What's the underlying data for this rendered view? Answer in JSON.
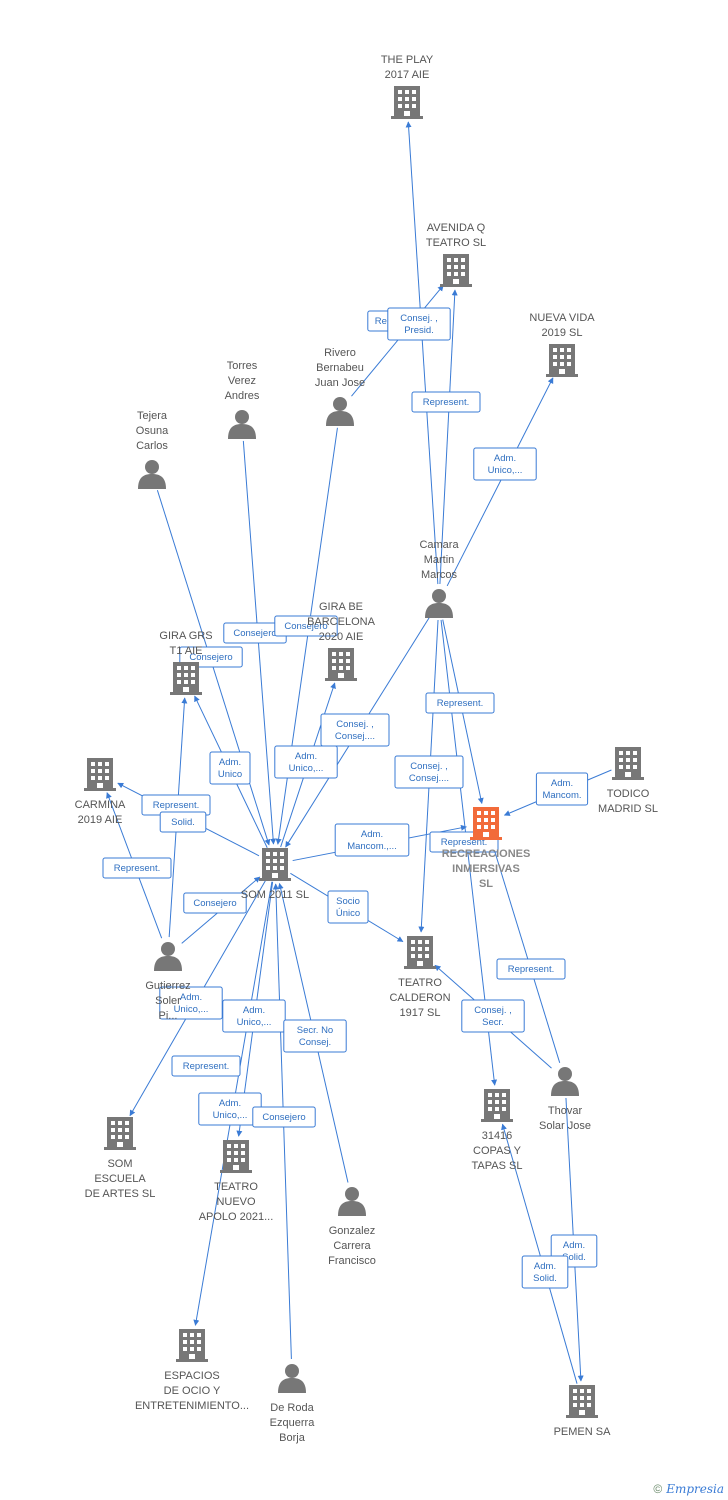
{
  "nodes": {
    "the_play": {
      "lines": [
        "THE PLAY",
        "2017 AIE"
      ],
      "kind": "company"
    },
    "avenida_q": {
      "lines": [
        "AVENIDA Q",
        "TEATRO SL"
      ],
      "kind": "company"
    },
    "nueva_vida": {
      "lines": [
        "NUEVA VIDA",
        "2019  SL"
      ],
      "kind": "company"
    },
    "rivero": {
      "lines": [
        "Rivero",
        "Bernabeu",
        "Juan Jose"
      ],
      "kind": "person"
    },
    "torres": {
      "lines": [
        "Torres",
        "Verez",
        "Andres"
      ],
      "kind": "person"
    },
    "tejera": {
      "lines": [
        "Tejera",
        "Osuna",
        "Carlos"
      ],
      "kind": "person"
    },
    "camara": {
      "lines": [
        "Camara",
        "Martin",
        "Marcos"
      ],
      "kind": "person"
    },
    "gira_grs": {
      "lines": [
        "GIRA GRS",
        "T1 AIE"
      ],
      "kind": "company"
    },
    "gira_be": {
      "lines": [
        "GIRA BE",
        "BARCELONA",
        "2020  AIE"
      ],
      "kind": "company"
    },
    "carmina": {
      "lines": [
        "CARMINA",
        "2019  AIE"
      ],
      "kind": "company"
    },
    "som2011": {
      "lines": [
        "SOM 2011 SL"
      ],
      "kind": "company"
    },
    "todico": {
      "lines": [
        "TODICO",
        "MADRID  SL"
      ],
      "kind": "company"
    },
    "recreaciones": {
      "lines": [
        "RECREACIONES",
        "INMERSIVAS",
        "SL"
      ],
      "kind": "focus"
    },
    "gutierrez": {
      "lines": [
        "Gutierrez",
        "Soler",
        "Pi..."
      ],
      "kind": "person"
    },
    "teatro_calderon": {
      "lines": [
        "TEATRO",
        "CALDERON",
        "1917  SL"
      ],
      "kind": "company"
    },
    "thovar": {
      "lines": [
        "Thovar",
        "Solar Jose"
      ],
      "kind": "person"
    },
    "copas": {
      "lines": [
        "31416",
        "COPAS Y",
        "TAPAS  SL"
      ],
      "kind": "company"
    },
    "som_escuela": {
      "lines": [
        "SOM",
        "ESCUELA",
        "DE ARTES  SL"
      ],
      "kind": "company"
    },
    "teatro_nuevo": {
      "lines": [
        "TEATRO",
        "NUEVO",
        "APOLO 2021..."
      ],
      "kind": "company"
    },
    "gonzalez": {
      "lines": [
        "Gonzalez",
        "Carrera",
        "Francisco"
      ],
      "kind": "person"
    },
    "espacios": {
      "lines": [
        "ESPACIOS",
        "DE OCIO Y",
        "ENTRETENIMIENTO..."
      ],
      "kind": "company"
    },
    "de_roda": {
      "lines": [
        "De Roda",
        "Ezquerra",
        "Borja"
      ],
      "kind": "person"
    },
    "pemen": {
      "lines": [
        "PEMEN SA"
      ],
      "kind": "company"
    }
  },
  "edges": [
    {
      "from": "camara",
      "to": "the_play"
    },
    {
      "from": "camara",
      "to": "avenida_q"
    },
    {
      "from": "rivero",
      "to": "avenida_q"
    },
    {
      "from": "camara",
      "to": "nueva_vida"
    },
    {
      "from": "camara",
      "to": "recreaciones"
    },
    {
      "from": "camara",
      "to": "teatro_calderon"
    },
    {
      "from": "camara",
      "to": "copas"
    },
    {
      "from": "camara",
      "to": "som2011"
    },
    {
      "from": "torres",
      "to": "som2011"
    },
    {
      "from": "rivero",
      "to": "som2011"
    },
    {
      "from": "tejera",
      "to": "som2011"
    },
    {
      "from": "som2011",
      "to": "gira_grs"
    },
    {
      "from": "som2011",
      "to": "gira_be"
    },
    {
      "from": "som2011",
      "to": "carmina"
    },
    {
      "from": "som2011",
      "to": "recreaciones"
    },
    {
      "from": "som2011",
      "to": "teatro_calderon"
    },
    {
      "from": "todico",
      "to": "recreaciones"
    },
    {
      "from": "thovar",
      "to": "recreaciones"
    },
    {
      "from": "thovar",
      "to": "teatro_calderon"
    },
    {
      "from": "thovar",
      "to": "pemen"
    },
    {
      "from": "pemen",
      "to": "copas"
    },
    {
      "from": "gutierrez",
      "to": "gira_grs"
    },
    {
      "from": "gutierrez",
      "to": "carmina"
    },
    {
      "from": "gutierrez",
      "to": "som2011"
    },
    {
      "from": "som2011",
      "to": "som_escuela"
    },
    {
      "from": "som2011",
      "to": "teatro_nuevo"
    },
    {
      "from": "som2011",
      "to": "espacios"
    },
    {
      "from": "gonzalez",
      "to": "som2011"
    },
    {
      "from": "de_roda",
      "to": "som2011"
    }
  ],
  "edge_labels": [
    {
      "lines": [
        "Repr"
      ]
    },
    {
      "lines": [
        "Consej. ,",
        "Presid."
      ]
    },
    {
      "lines": [
        "Represent."
      ]
    },
    {
      "lines": [
        "Adm.",
        "Unico,..."
      ]
    },
    {
      "lines": [
        "Consejero"
      ]
    },
    {
      "lines": [
        "Consejero"
      ]
    },
    {
      "lines": [
        "Consejero"
      ]
    },
    {
      "lines": [
        "Consej. ,",
        "Consej...."
      ]
    },
    {
      "lines": [
        "Adm.",
        "Unico"
      ]
    },
    {
      "lines": [
        "Adm.",
        "Unico,..."
      ]
    },
    {
      "lines": [
        "Represent."
      ]
    },
    {
      "lines": [
        "Solid."
      ]
    },
    {
      "lines": [
        "Represent."
      ]
    },
    {
      "lines": [
        "Represent."
      ]
    },
    {
      "lines": [
        "Consej. ,",
        "Consej...."
      ]
    },
    {
      "lines": [
        "Adm.",
        "Mancom.,..."
      ]
    },
    {
      "lines": [
        "Adm.",
        "Mancom."
      ]
    },
    {
      "lines": [
        "Represent."
      ]
    },
    {
      "lines": [
        "Consejero"
      ]
    },
    {
      "lines": [
        "Socio",
        "Único"
      ]
    },
    {
      "lines": [
        "Adm.",
        "Unico,..."
      ]
    },
    {
      "lines": [
        "Adm.",
        "Unico,..."
      ]
    },
    {
      "lines": [
        "Secr.  No",
        "Consej."
      ]
    },
    {
      "lines": [
        "Represent."
      ]
    },
    {
      "lines": [
        "Represent."
      ]
    },
    {
      "lines": [
        "Consej. ,",
        "Secr."
      ]
    },
    {
      "lines": [
        "Adm.",
        "Unico,..."
      ]
    },
    {
      "lines": [
        "Consejero"
      ]
    },
    {
      "lines": [
        "Adm.",
        "Solid."
      ]
    },
    {
      "lines": [
        "Adm.",
        "Solid."
      ]
    }
  ],
  "footer": {
    "copyright": "©",
    "brand": "Empresia"
  },
  "colors": {
    "edge": "#3a7bd5",
    "node": "#777777",
    "focus": "#f26b3a"
  }
}
